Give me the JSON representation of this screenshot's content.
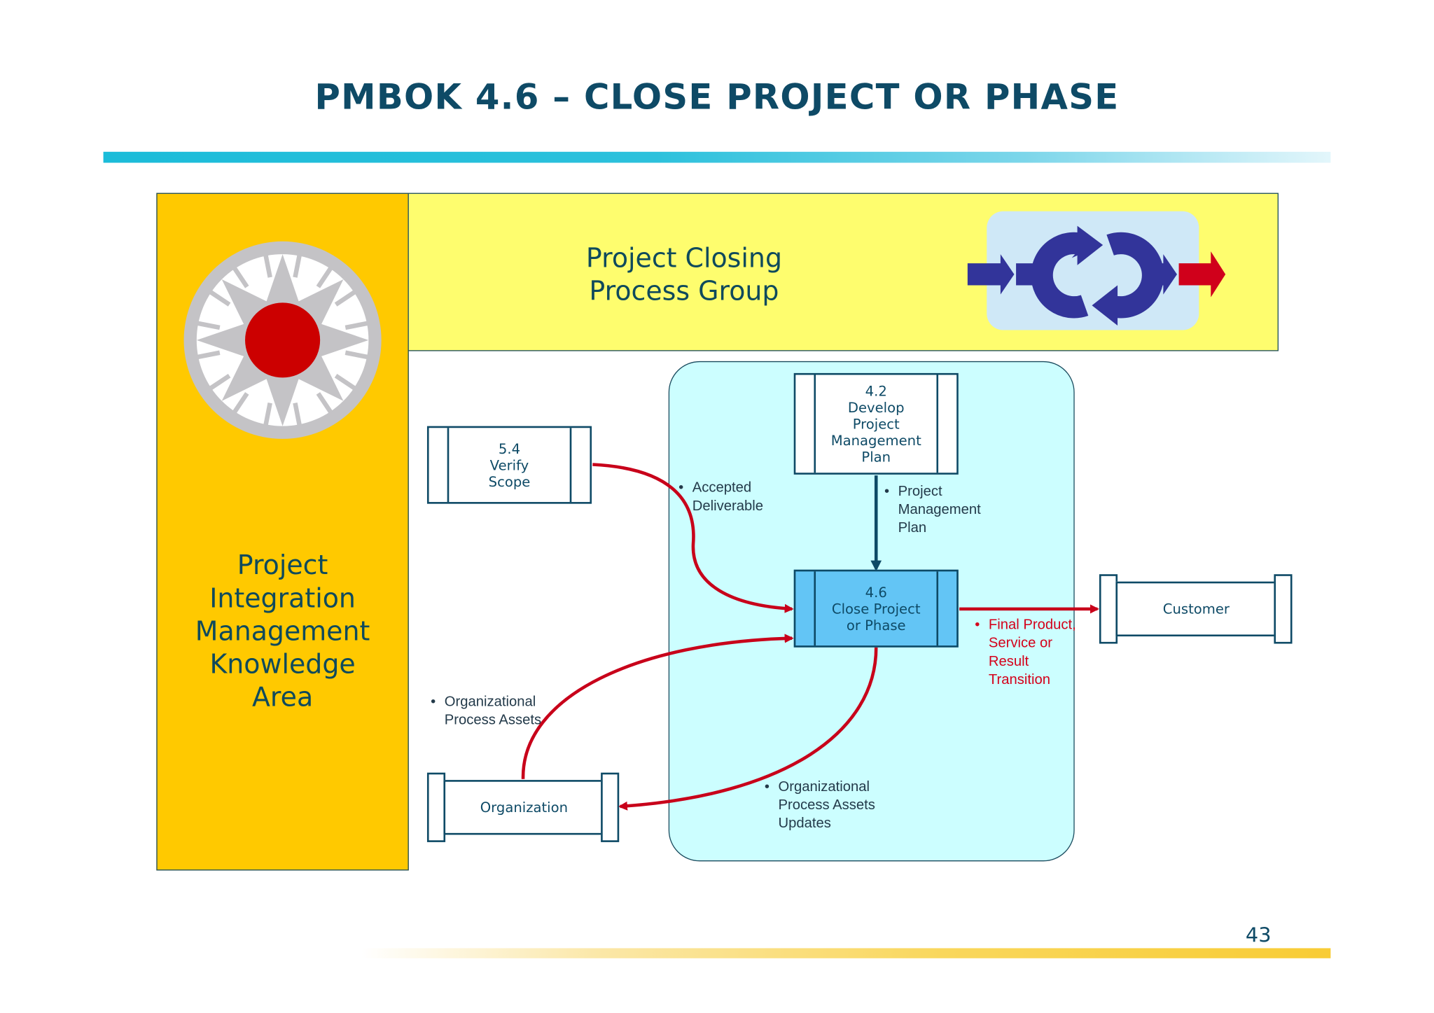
{
  "slide": {
    "title": "PMBOK 4.6 – CLOSE PROJECT OR PHASE",
    "page_number": "43"
  },
  "knowledge_area": {
    "lines": [
      "Project",
      "Integration",
      "Management",
      "Knowledge",
      "Area"
    ]
  },
  "process_group": {
    "lines": [
      "Project Closing",
      "Process Group"
    ]
  },
  "processes": {
    "verify_scope": [
      "5.4",
      "Verify",
      "Scope"
    ],
    "develop_pmp": [
      "4.2",
      "Develop",
      "Project",
      "Management",
      "Plan"
    ],
    "close_project": [
      "4.6",
      "Close Project",
      "or Phase"
    ]
  },
  "externals": {
    "customer": "Customer",
    "organization": "Organization"
  },
  "flows": {
    "accepted_deliverable": [
      "Accepted",
      "Deliverable"
    ],
    "project_management_plan": [
      "Project",
      "Management",
      "Plan"
    ],
    "final_product": [
      "Final Product,",
      "Service or",
      "Result",
      "Transition"
    ],
    "opa_input": [
      "Organizational",
      "Process Assets"
    ],
    "opa_updates": [
      "Organizational",
      "Process Assets",
      "Updates"
    ],
    "bullet": "•"
  },
  "colors": {
    "title": "#0e4a66",
    "knowledge_area_fill": "#ffc900",
    "process_group_fill": "#fefd6e",
    "process_scope_fill": "#ccfeff",
    "main_process_fill": "#63c5f5",
    "flow_red": "#c8001a",
    "flow_dark": "#0e4a66",
    "icon_blue": "#32349a",
    "icon_red": "#d0001b"
  },
  "icons": [
    "compass-icon",
    "closing-cycle-icon"
  ]
}
